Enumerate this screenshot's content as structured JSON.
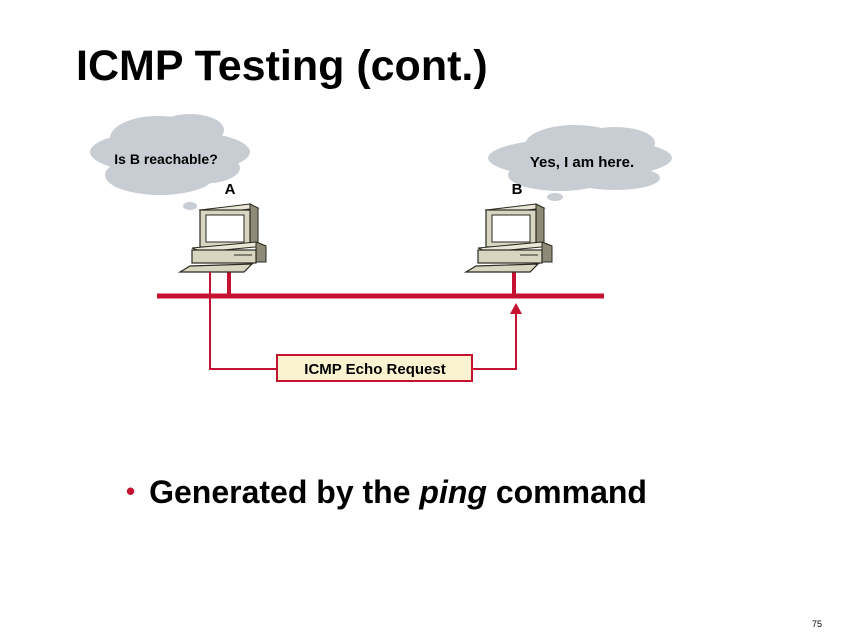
{
  "slide": {
    "title": "ICMP Testing (cont.)",
    "page_number": "75"
  },
  "diagram": {
    "host_a": {
      "label": "A",
      "thought": "Is B reachable?"
    },
    "host_b": {
      "label": "B",
      "thought": "Yes, I am here."
    },
    "packet_label": "ICMP Echo Request",
    "link_color": "#c41230",
    "cloud_color": "#c8cdd4",
    "packet_fill": "#fbf3d0"
  },
  "bullet": {
    "prefix": "Generated by the ",
    "emphasis": "ping",
    "suffix": " command"
  }
}
